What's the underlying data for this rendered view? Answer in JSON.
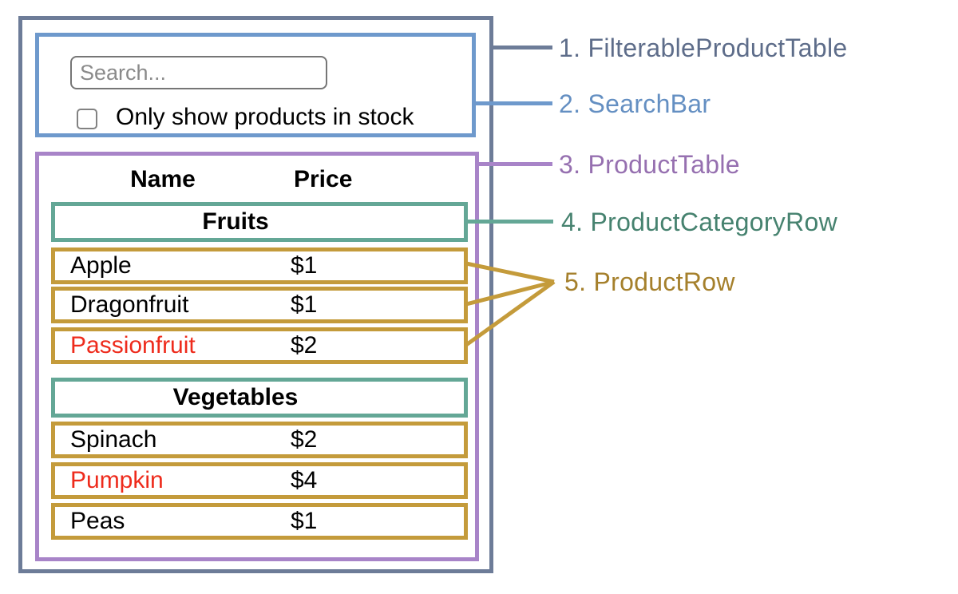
{
  "diagram": {
    "search_bar": {
      "placeholder": "Search...",
      "input_value": "",
      "checkbox_label": "Only show products in stock",
      "checkbox_checked": false
    },
    "table": {
      "name_header": "Name",
      "price_header": "Price",
      "sections": [
        {
          "category": "Fruits",
          "rows": [
            {
              "name": "Apple",
              "price": "$1",
              "out_of_stock": false
            },
            {
              "name": "Dragonfruit",
              "price": "$1",
              "out_of_stock": false
            },
            {
              "name": "Passionfruit",
              "price": "$2",
              "out_of_stock": true
            }
          ]
        },
        {
          "category": "Vegetables",
          "rows": [
            {
              "name": "Spinach",
              "price": "$2",
              "out_of_stock": false
            },
            {
              "name": "Pumpkin",
              "price": "$4",
              "out_of_stock": true
            },
            {
              "name": "Peas",
              "price": "$1",
              "out_of_stock": false
            }
          ]
        }
      ]
    },
    "legend": [
      {
        "label": "1. FilterableProductTable",
        "color": "#5e6d8a"
      },
      {
        "label": "2. SearchBar",
        "color": "#648fc2"
      },
      {
        "label": "3. ProductTable",
        "color": "#9670b0"
      },
      {
        "label": "4. ProductCategoryRow",
        "color": "#46826f"
      },
      {
        "label": "5. ProductRow",
        "color": "#a5802c"
      }
    ],
    "colors": {
      "filterable_outline": "#6d7c98",
      "searchbar_outline": "#6e99cc",
      "product_table_outline": "#a884c8",
      "category_row_outline": "#64a796",
      "product_row_outline": "#c49b3b",
      "out_of_stock_text": "#ee2b1c"
    }
  }
}
